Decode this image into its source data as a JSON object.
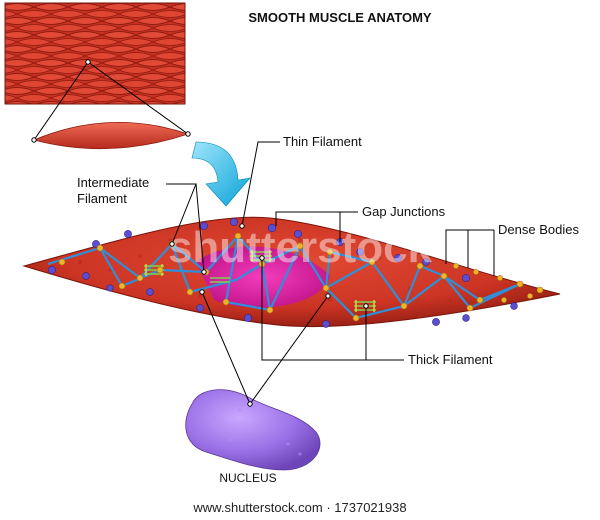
{
  "diagram": {
    "title": "SMOOTH MUSCLE ANATOMY",
    "labels": {
      "thin_filament": "Thin Filament",
      "intermediate_filament_line1": "Intermediate",
      "intermediate_filament_line2": "Filament",
      "gap_junctions": "Gap Junctions",
      "dense_bodies": "Dense Bodies",
      "thick_filament": "Thick Filament",
      "nucleus": "NUCLEUS"
    },
    "watermark": "shutterstock",
    "credit": "www.shutterstock.com · 1737021938"
  },
  "colors": {
    "muscle_red": "#d23a2a",
    "muscle_dark": "#8f1c12",
    "cytoplasm_magenta": "#e01aa8",
    "filament_blue": "#2f8fd8",
    "gap_junction_violet": "#5b4fd0",
    "dense_body_yellow": "#f0b428",
    "nucleus_violet": "#9b70e6",
    "arrow_cyan": "#1ab6e6"
  }
}
